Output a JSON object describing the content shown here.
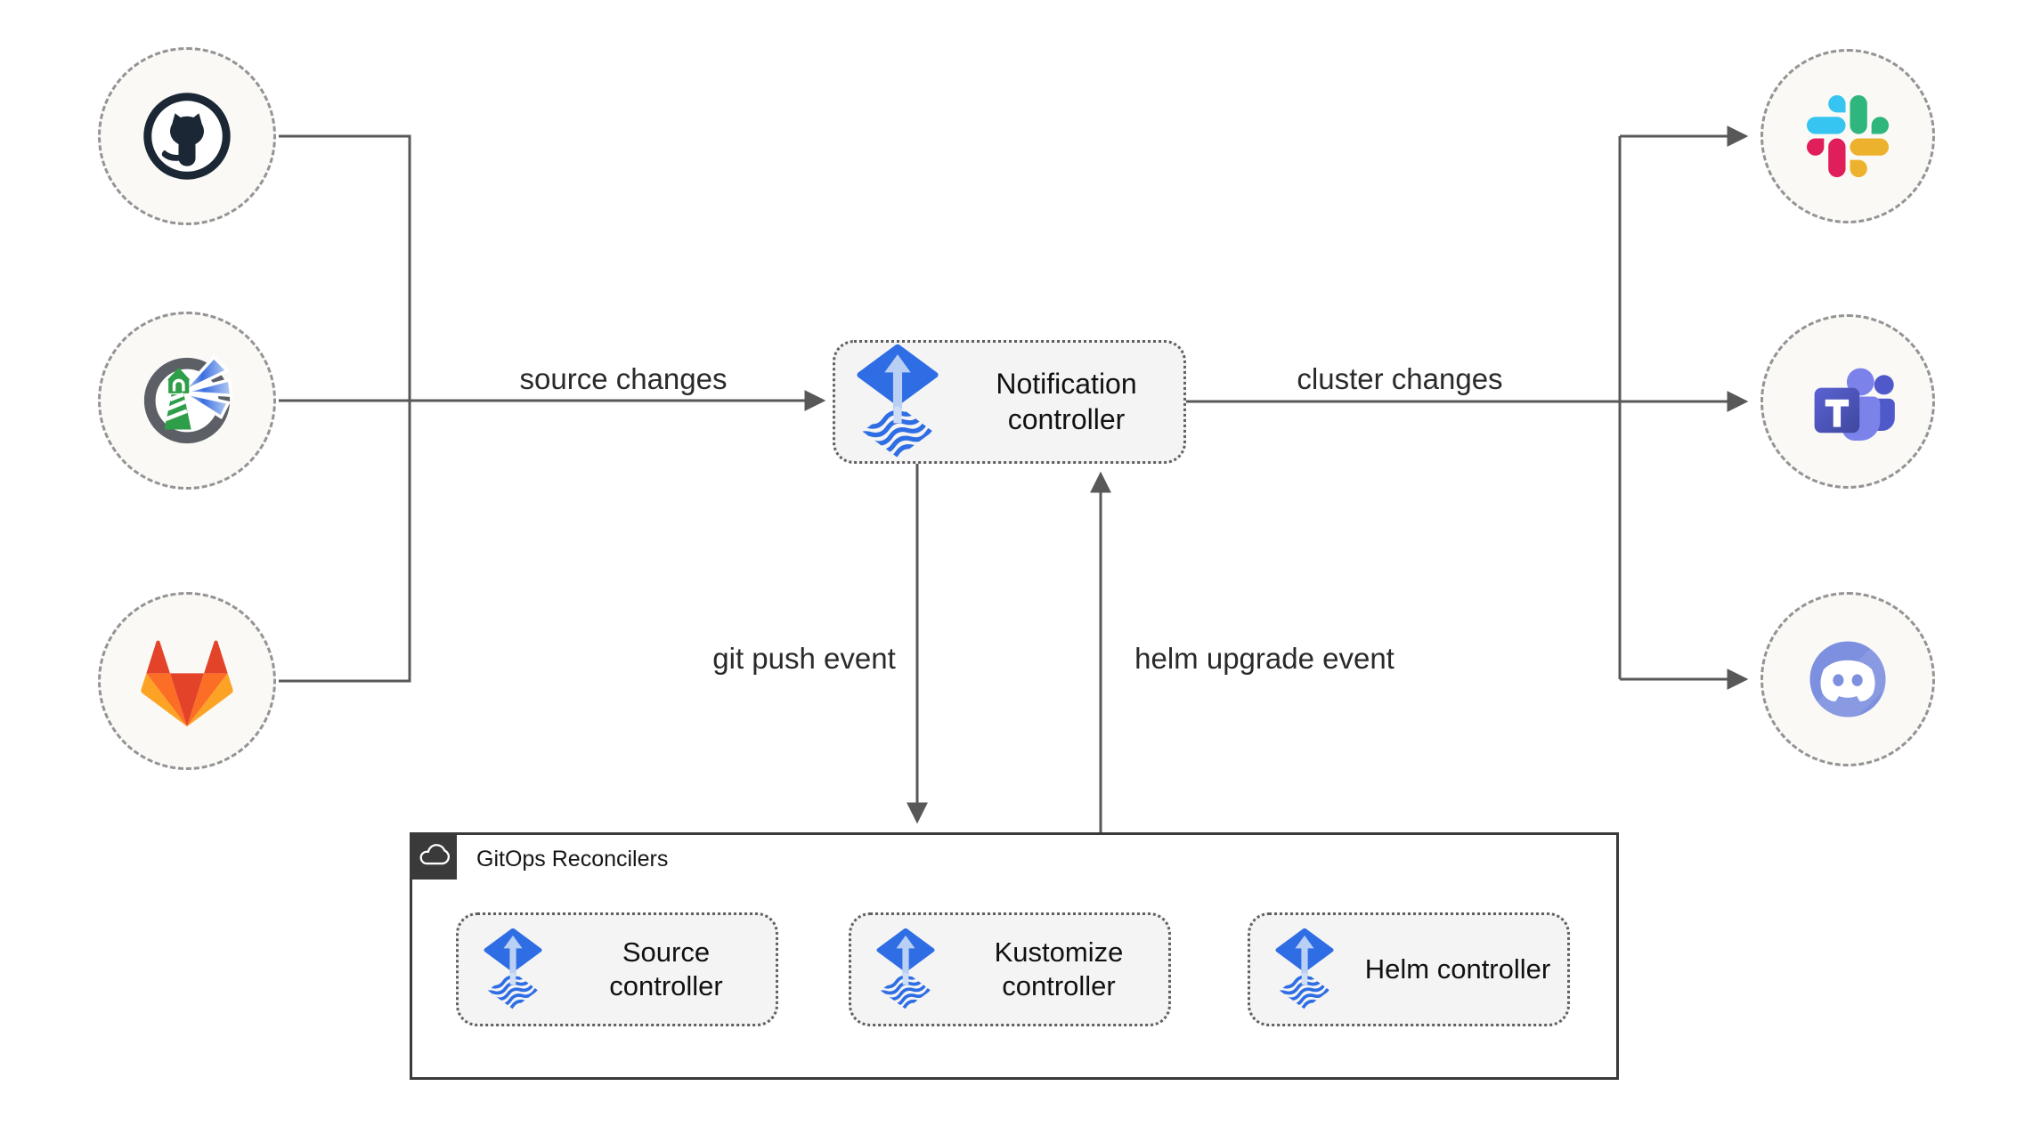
{
  "diagram": {
    "title_hint": "Flux notification controller architecture",
    "nodes": {
      "notification": "Notification controller",
      "source": "Source controller",
      "kustomize": "Kustomize controller",
      "helm": "Helm controller"
    },
    "container": {
      "title": "GitOps Reconcilers",
      "badge_icon": "cloud-icon"
    },
    "edge_labels": {
      "source_changes": "source changes",
      "cluster_changes": "cluster changes",
      "git_push_event": "git push event",
      "helm_upgrade_event": "helm upgrade event"
    },
    "source_icons": [
      {
        "icon": "github-icon"
      },
      {
        "icon": "harbor-icon"
      },
      {
        "icon": "gitlab-icon"
      }
    ],
    "target_icons": [
      {
        "icon": "slack-icon"
      },
      {
        "icon": "teams-icon"
      },
      {
        "icon": "discord-icon"
      }
    ],
    "colors": {
      "flux_blue": "#2f6de4",
      "flux_arrow_light": "#b9cff4",
      "wire_gray": "#585858",
      "node_fill": "#f4f4f4",
      "node_border": "#606060",
      "circle_fill": "#faf9f6",
      "circle_border": "#949494",
      "container_border": "#3a3a3a",
      "github_dark": "#1b2734",
      "harbor_gray": "#5c6066",
      "harbor_green": "#2f9e49",
      "gitlab_orange": "#fc6d26",
      "gitlab_red": "#e24329",
      "gitlab_yellow": "#fca326",
      "slack_blue": "#36c5f0",
      "slack_green": "#2eb67d",
      "slack_red": "#e01e5a",
      "slack_yellow": "#ecb22e",
      "teams_indigo": "#4b53bc",
      "teams_light": "#7b83eb",
      "teams_mid": "#5059c9",
      "discord_blurple": "#7d8fdf"
    }
  }
}
